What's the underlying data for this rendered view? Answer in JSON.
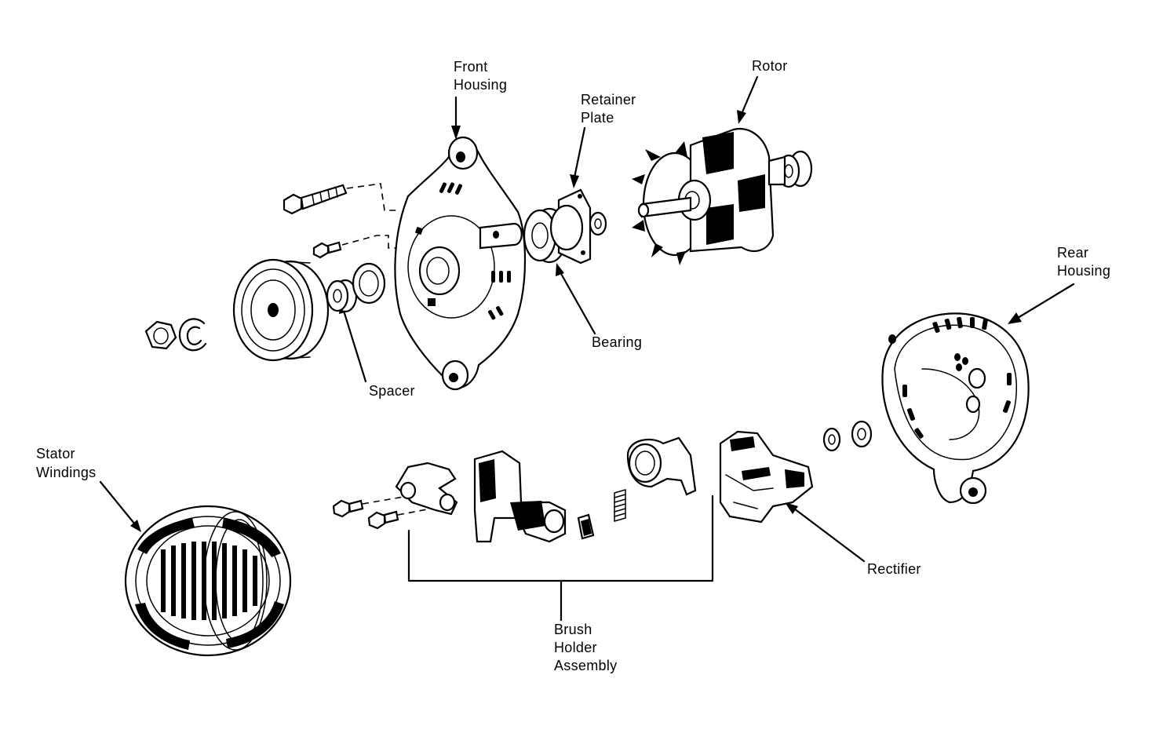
{
  "labels": {
    "front_housing": [
      "Front",
      "Housing"
    ],
    "retainer_plate": [
      "Retainer",
      "Plate"
    ],
    "rotor": [
      "Rotor"
    ],
    "rear_housing": [
      "Rear",
      "Housing"
    ],
    "bearing": [
      "Bearing"
    ],
    "spacer": [
      "Spacer"
    ],
    "stator_windings": [
      "Stator",
      "Windings"
    ],
    "rectifier": [
      "Rectifier"
    ],
    "brush_holder_assembly": [
      "Brush",
      "Holder",
      "Assembly"
    ]
  },
  "colors": {
    "ink": "#000000",
    "paper": "#ffffff"
  }
}
